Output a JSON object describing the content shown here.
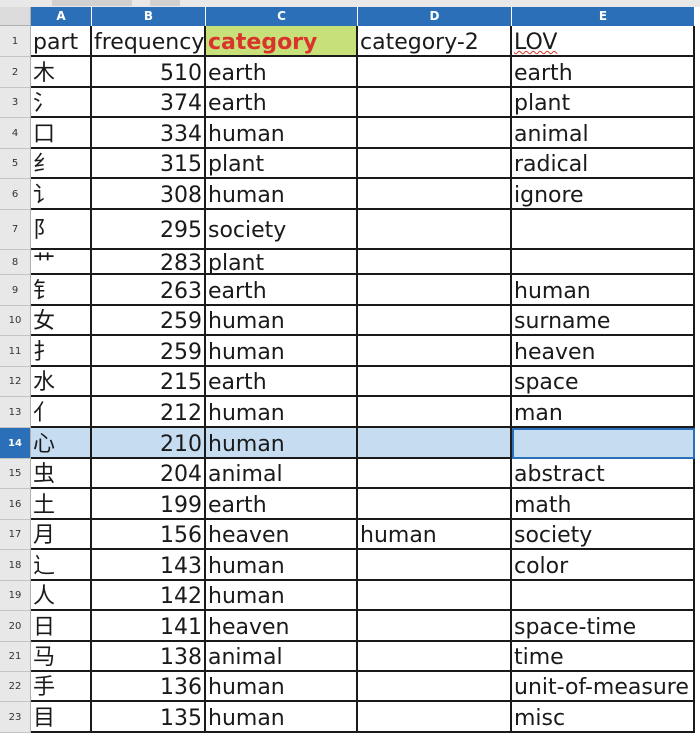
{
  "sheet": {
    "columns": [
      "A",
      "B",
      "C",
      "D",
      "E"
    ],
    "header_row": {
      "row_number": "1",
      "cells": [
        "part",
        "frequency",
        "category",
        "category-2",
        "LOV"
      ]
    },
    "selected_row": "14",
    "rows": [
      {
        "n": "2",
        "part": "木",
        "frequency": "510",
        "category": "earth",
        "category2": "",
        "lov": "earth"
      },
      {
        "n": "3",
        "part": "氵",
        "frequency": "374",
        "category": "earth",
        "category2": "",
        "lov": "plant"
      },
      {
        "n": "4",
        "part": "口",
        "frequency": "334",
        "category": "human",
        "category2": "",
        "lov": "animal"
      },
      {
        "n": "5",
        "part": "纟",
        "frequency": "315",
        "category": "plant",
        "category2": "",
        "lov": "radical"
      },
      {
        "n": "6",
        "part": "讠",
        "frequency": "308",
        "category": "human",
        "category2": "",
        "lov": "ignore"
      },
      {
        "n": "7",
        "part": "阝",
        "frequency": "295",
        "category": "society",
        "category2": "",
        "lov": ""
      },
      {
        "n": "8",
        "part": "艹",
        "frequency": "283",
        "category": "plant",
        "category2": "",
        "lov": ""
      },
      {
        "n": "9",
        "part": "钅",
        "frequency": "263",
        "category": "earth",
        "category2": "",
        "lov": "human"
      },
      {
        "n": "10",
        "part": "女",
        "frequency": "259",
        "category": "human",
        "category2": "",
        "lov": "surname"
      },
      {
        "n": "11",
        "part": "扌",
        "frequency": "259",
        "category": "human",
        "category2": "",
        "lov": "heaven"
      },
      {
        "n": "12",
        "part": "水",
        "frequency": "215",
        "category": "earth",
        "category2": "",
        "lov": "space"
      },
      {
        "n": "13",
        "part": "亻",
        "frequency": "212",
        "category": "human",
        "category2": "",
        "lov": "man"
      },
      {
        "n": "14",
        "part": "心",
        "frequency": "210",
        "category": "human",
        "category2": "",
        "lov": ""
      },
      {
        "n": "15",
        "part": "虫",
        "frequency": "204",
        "category": "animal",
        "category2": "",
        "lov": "abstract"
      },
      {
        "n": "16",
        "part": "土",
        "frequency": "199",
        "category": "earth",
        "category2": "",
        "lov": "math"
      },
      {
        "n": "17",
        "part": "月",
        "frequency": "156",
        "category": "heaven",
        "category2": "human",
        "lov": "society"
      },
      {
        "n": "18",
        "part": "辶",
        "frequency": "143",
        "category": "human",
        "category2": "",
        "lov": "color"
      },
      {
        "n": "19",
        "part": "人",
        "frequency": "142",
        "category": "human",
        "category2": "",
        "lov": ""
      },
      {
        "n": "20",
        "part": "日",
        "frequency": "141",
        "category": "heaven",
        "category2": "",
        "lov": "space-time"
      },
      {
        "n": "21",
        "part": "马",
        "frequency": "138",
        "category": "animal",
        "category2": "",
        "lov": "time"
      },
      {
        "n": "22",
        "part": "手",
        "frequency": "136",
        "category": "human",
        "category2": "",
        "lov": "unit-of-measure"
      },
      {
        "n": "23",
        "part": "目",
        "frequency": "135",
        "category": "human",
        "category2": "",
        "lov": "misc"
      }
    ]
  },
  "colors": {
    "header_blue": "#2a6fb8",
    "category_highlight_bg": "#c7e07a",
    "category_highlight_text": "#d9342b",
    "selected_row_bg": "#c6dcf1"
  }
}
